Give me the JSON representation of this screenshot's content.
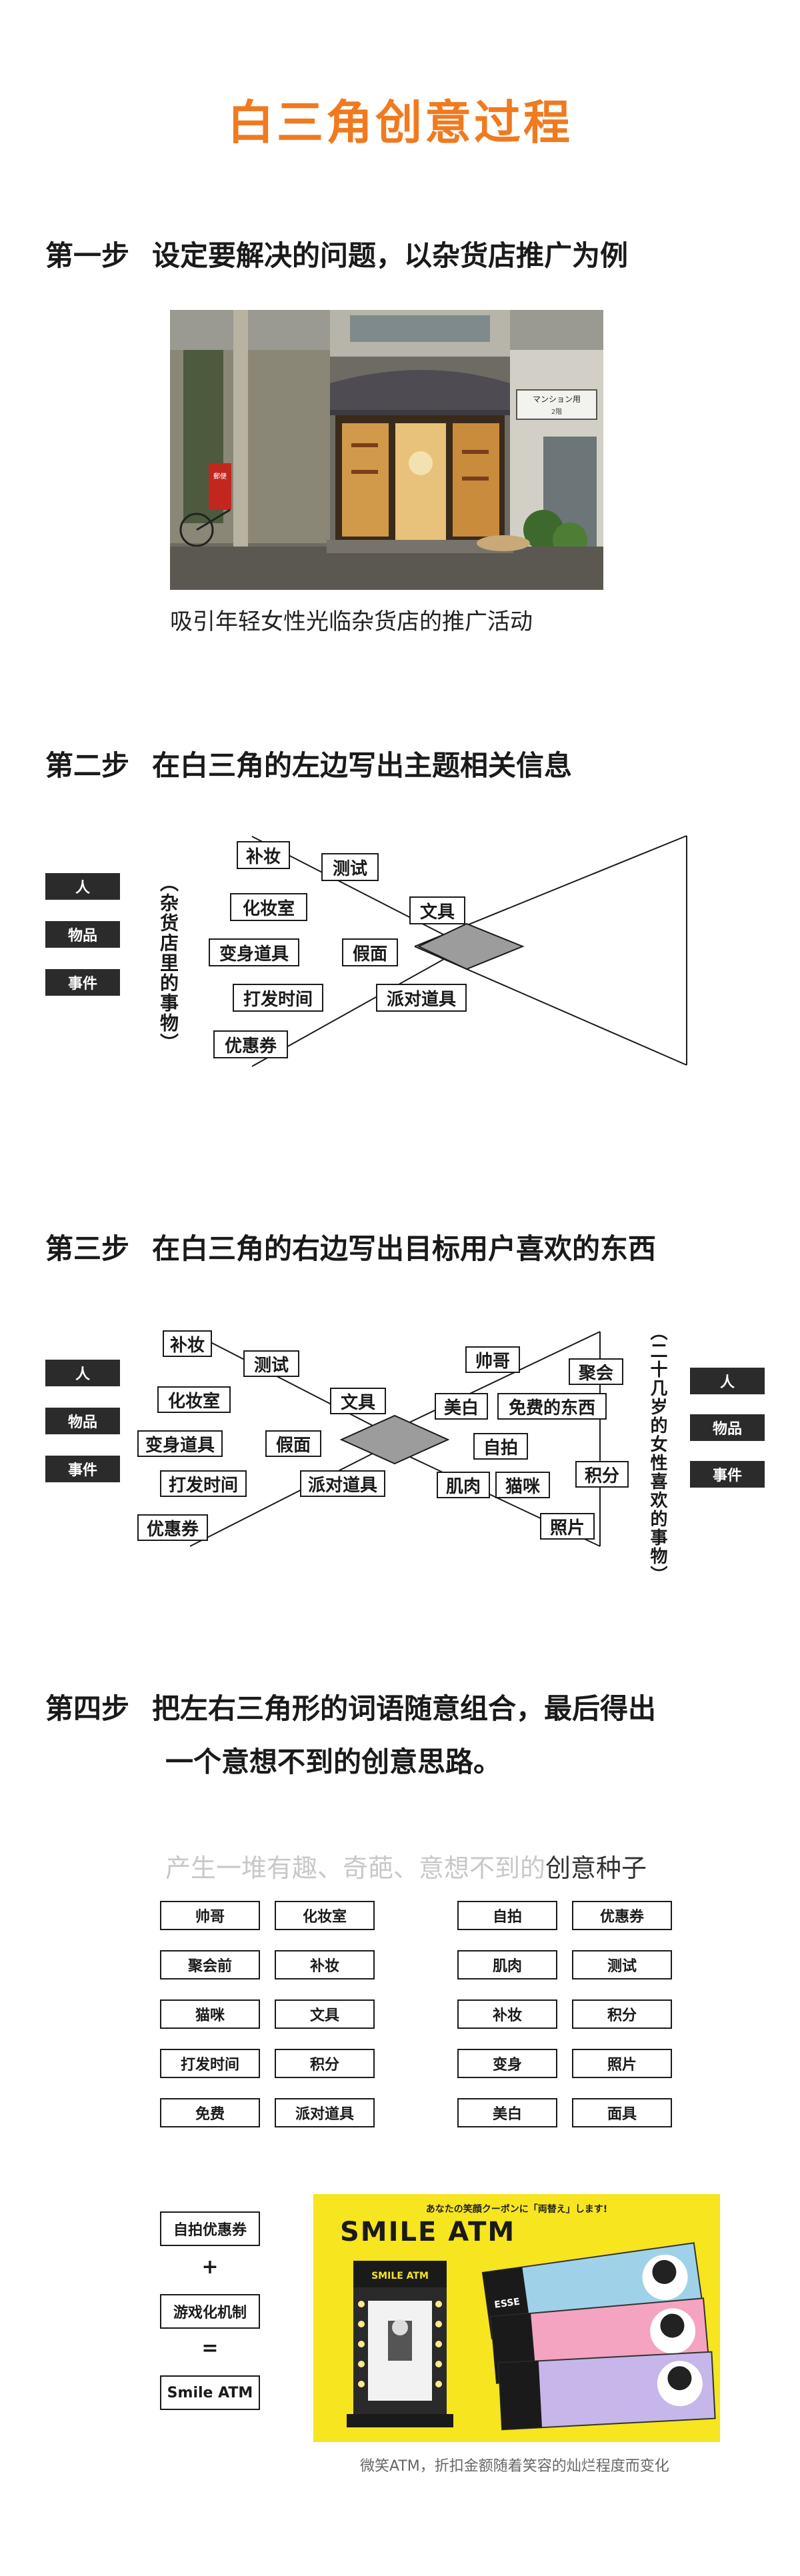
{
  "title": "白三角创意过程",
  "step1": {
    "num": "第一步",
    "text": "设定要解决的问题，以杂货店推广为例",
    "caption": "吸引年轻女性光临杂货店的推广活动",
    "sign1": "マンション用",
    "sign2": "2階",
    "post": "郵便"
  },
  "step2": {
    "num": "第二步",
    "text": "在白三角的左边写出主题相关信息",
    "tags": [
      "人",
      "物品",
      "事件"
    ],
    "vertical_label": "（杂货店里的事物）",
    "words": [
      "补妆",
      "测试",
      "化妆室",
      "文具",
      "变身道具",
      "假面",
      "打发时间",
      "派对道具",
      "优惠券"
    ]
  },
  "step3": {
    "num": "第三步",
    "text": "在白三角的右边写出目标用户喜欢的东西",
    "tags_left": [
      "人",
      "物品",
      "事件"
    ],
    "tags_right": [
      "人",
      "物品",
      "事件"
    ],
    "vertical_label": "（二十几岁的女性喜欢的事物）",
    "left_words": [
      "补妆",
      "测试",
      "化妆室",
      "文具",
      "变身道具",
      "假面",
      "打发时间",
      "派对道具",
      "优惠券"
    ],
    "right_words": [
      "帅哥",
      "聚会",
      "美白",
      "免费的东西",
      "自拍",
      "肌肉",
      "猫咪",
      "积分",
      "照片"
    ]
  },
  "step4": {
    "num": "第四步",
    "text_line1": "把左右三角形的词语随意组合，最后得出",
    "text_line2": "一个意想不到的创意思路。",
    "seed_head_pre": "产生一堆有趣、奇葩、意想不到的",
    "seed_head_hl": "创意种子",
    "pairs_left": [
      [
        "帅哥",
        "化妆室"
      ],
      [
        "聚会前",
        "补妆"
      ],
      [
        "猫咪",
        "文具"
      ],
      [
        "打发时间",
        "积分"
      ],
      [
        "免费",
        "派对道具"
      ]
    ],
    "pairs_right": [
      [
        "自拍",
        "优惠券"
      ],
      [
        "肌肉",
        "测试"
      ],
      [
        "补妆",
        "积分"
      ],
      [
        "变身",
        "照片"
      ],
      [
        "美白",
        "面具"
      ]
    ],
    "formula": [
      "自拍优惠券",
      "+",
      "游戏化机制",
      "=",
      "Smile ATM"
    ],
    "ad_top": "あなたの笑顔クーポンに「両替え」します!",
    "ad_title": "SMILE ATM",
    "ad_machine": "SMILE ATM",
    "ad_caption": "微笑ATM，折扣金额随着笑容的灿烂程度而变化",
    "brand": "ESSE"
  }
}
